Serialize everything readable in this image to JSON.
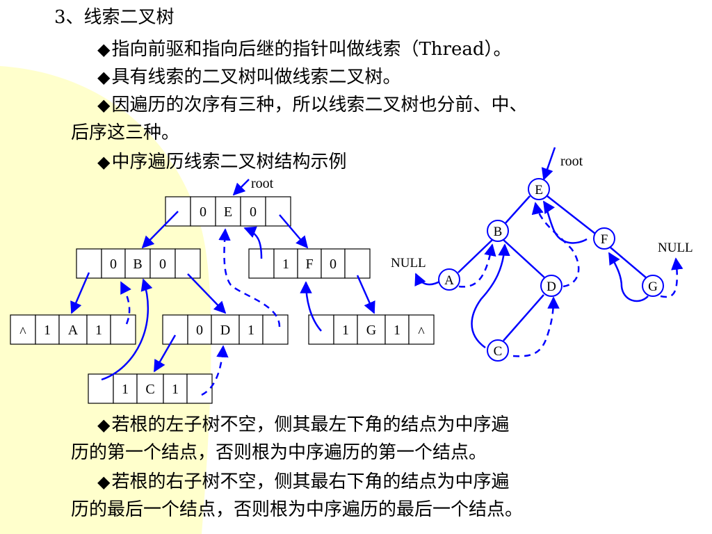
{
  "colors": {
    "accent_shape": "#ffffcc",
    "arrow": "#0000ff",
    "node_fill": "#ffffff",
    "text": "#000000"
  },
  "heading": "3、线索二叉树",
  "bullet_symbol": "◆",
  "paragraphs": {
    "p1": "指向前驱和指向后继的指针叫做线索（Thread）。",
    "p2": "具有线索的二叉树叫做线索二叉树。",
    "p3_line1": "因遍历的次序有三种，所以线索二叉树也分前、中、",
    "p3_line2": "后序这三种。",
    "p4": "中序遍历线索二叉树结构示例",
    "p5_line1": "若根的左子树不空，侧其最左下角的结点为中序遍",
    "p5_line2": "历的第一个结点，否则根为中序遍历的第一个结点。",
    "p6_line1": "若根的右子树不空，侧其最右下角的结点为中序遍",
    "p6_line2": "历的最后一个结点，否则根为中序遍历的最后一个结点。"
  },
  "storage": {
    "root_label": "root",
    "null_symbol": "^",
    "records": [
      {
        "node": "E",
        "ltag": "0",
        "rtag": "0",
        "lptr": "",
        "rptr": ""
      },
      {
        "node": "B",
        "ltag": "0",
        "rtag": "0",
        "lptr": "",
        "rptr": ""
      },
      {
        "node": "F",
        "ltag": "1",
        "rtag": "0",
        "lptr": "",
        "rptr": ""
      },
      {
        "node": "A",
        "ltag": "1",
        "rtag": "1",
        "lptr": "^",
        "rptr": ""
      },
      {
        "node": "D",
        "ltag": "0",
        "rtag": "1",
        "lptr": "",
        "rptr": ""
      },
      {
        "node": "G",
        "ltag": "1",
        "rtag": "1",
        "lptr": "",
        "rptr": "^"
      },
      {
        "node": "C",
        "ltag": "1",
        "rtag": "1",
        "lptr": "",
        "rptr": ""
      }
    ]
  },
  "tree": {
    "root_label": "root",
    "null_label": "NULL",
    "nodes": [
      "E",
      "B",
      "F",
      "A",
      "D",
      "G",
      "C"
    ]
  }
}
